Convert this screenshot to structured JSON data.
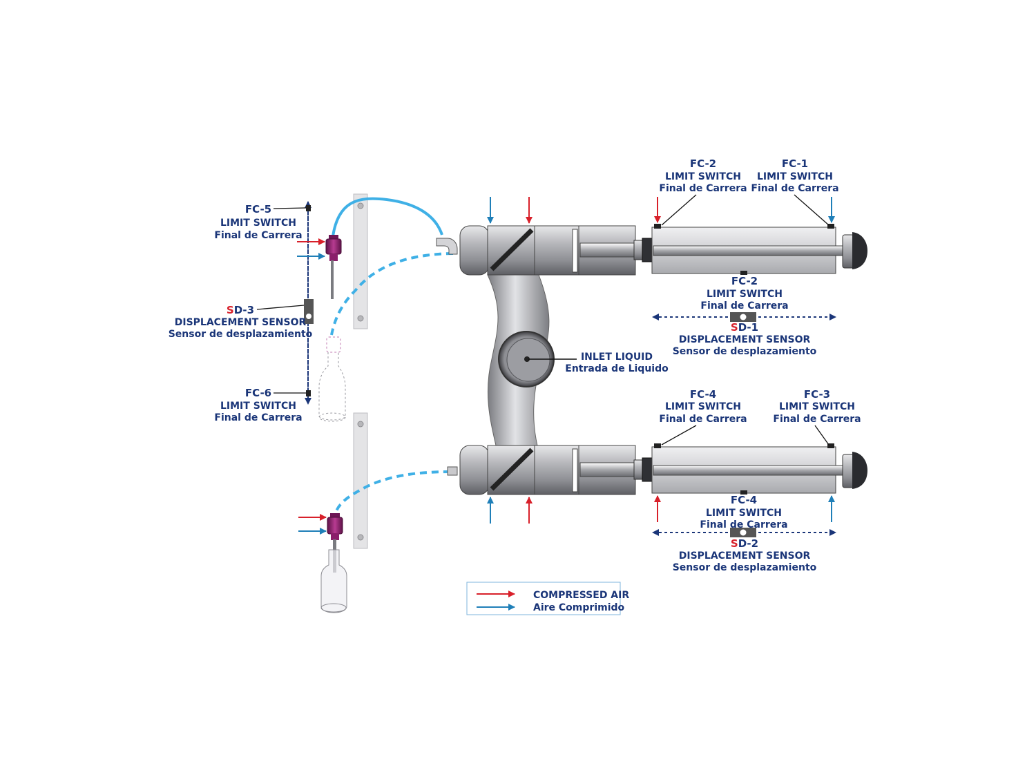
{
  "labels": {
    "fc5": {
      "code": "FC-5",
      "line1": "LIMIT SWITCH",
      "line2": "Final de Carrera"
    },
    "sd3": {
      "prefix": "S",
      "code": "D-3",
      "line1": "DISPLACEMENT SENSOR",
      "line2": "Sensor de desplazamiento"
    },
    "fc6": {
      "code": "FC-6",
      "line1": "LIMIT SWITCH",
      "line2": "Final de Carrera"
    },
    "fc2_top": {
      "code": "FC-2",
      "line1": "LIMIT SWITCH",
      "line2": "Final de Carrera"
    },
    "fc1": {
      "code": "FC-1",
      "line1": "LIMIT SWITCH",
      "line2": "Final de Carrera"
    },
    "fc2_mid": {
      "code": "FC-2",
      "line1": "LIMIT SWITCH",
      "line2": "Final de Carrera"
    },
    "sd1": {
      "prefix": "S",
      "code": "D-1",
      "line1": "DISPLACEMENT SENSOR",
      "line2": "Sensor de desplazamiento"
    },
    "inlet": {
      "line1": "INLET LIQUID",
      "line2": "Entrada de Liquido"
    },
    "fc4_top": {
      "code": "FC-4",
      "line1": "LIMIT SWITCH",
      "line2": "Final de Carrera"
    },
    "fc3": {
      "code": "FC-3",
      "line1": "LIMIT SWITCH",
      "line2": "Final de Carrera"
    },
    "fc4_mid": {
      "code": "FC-4",
      "line1": "LIMIT SWITCH",
      "line2": "Final de Carrera"
    },
    "sd2": {
      "prefix": "S",
      "code": "D-2",
      "line1": "DISPLACEMENT SENSOR",
      "line2": "Sensor de desplazamiento"
    }
  },
  "legend": {
    "compressed_air": "COMPRESSED AIR",
    "aire_comprimido": "Aire Comprimido"
  },
  "colors": {
    "text": "#1a3578",
    "red_arrow": "#d8202a",
    "blue_arrow": "#1f7fb8",
    "tube": "#3fb0e6",
    "nozzle": "#8a1f6a"
  }
}
